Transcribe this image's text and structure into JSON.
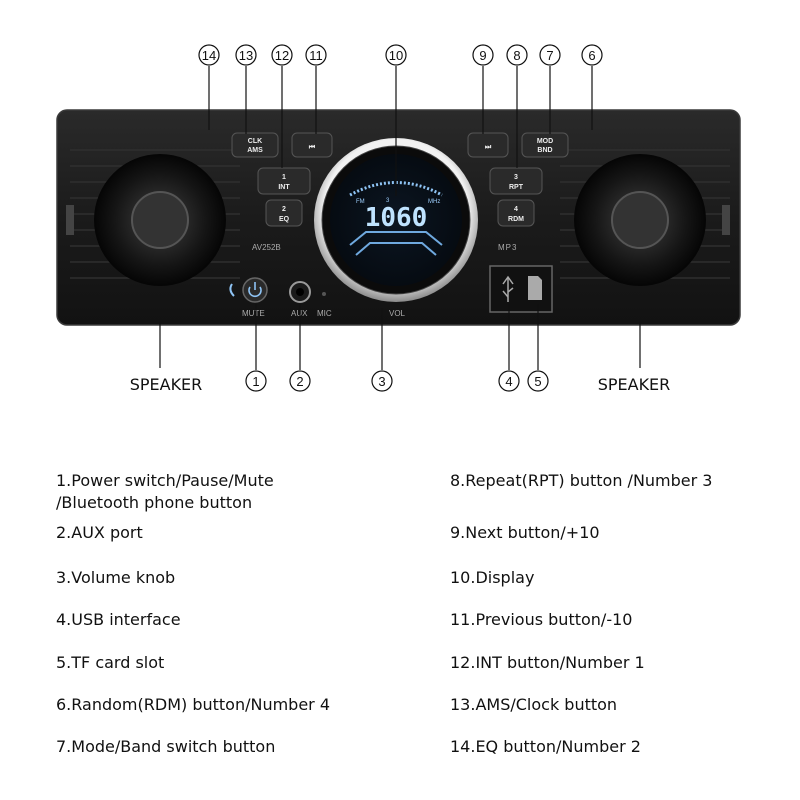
{
  "device": {
    "model": "AV252B",
    "display_value": "1060",
    "display_fm": "FM",
    "display_mhz": "MHz",
    "display_small_num": "3",
    "mp3_label": "MP3",
    "mute_label": "MUTE",
    "aux_label": "AUX",
    "mic_label": "MIC",
    "vol_label": "VOL",
    "buttons": {
      "clk_ams": [
        "CLK",
        "AMS"
      ],
      "prev": "⏮",
      "int": [
        "1",
        "INT"
      ],
      "eq": [
        "2",
        "EQ"
      ],
      "next": "⏭",
      "mod_bnd": [
        "MOD",
        "BND"
      ],
      "rpt": [
        "3",
        "RPT"
      ],
      "rdm": [
        "4",
        "RDM"
      ]
    }
  },
  "callouts": {
    "top": [
      "14",
      "13",
      "12",
      "11",
      "10",
      "9",
      "8",
      "7",
      "6"
    ],
    "bottom": [
      "1",
      "2",
      "3",
      "4",
      "5"
    ]
  },
  "speaker_left": "SPEAKER",
  "speaker_right": "SPEAKER",
  "legend": {
    "left": [
      "1.Power switch/Pause/Mute\n/Bluetooth phone button",
      "2.AUX port",
      "3.Volume knob",
      "4.USB interface",
      "5.TF card slot",
      "6.Random(RDM) button/Number 4",
      "7.Mode/Band switch button"
    ],
    "right": [
      "8.Repeat(RPT) button /Number 3",
      "9.Next button/+10",
      "10.Display",
      "11.Previous button/-10",
      "12.INT button/Number 1",
      "13.AMS/Clock button",
      "14.EQ button/Number 2"
    ]
  },
  "colors": {
    "panel": "#1b1b1b",
    "panel_edge": "#3a3a3a",
    "button": "#2a2a2a",
    "display_glow": "#9fd0ff",
    "ring": "#d9d9d9"
  }
}
